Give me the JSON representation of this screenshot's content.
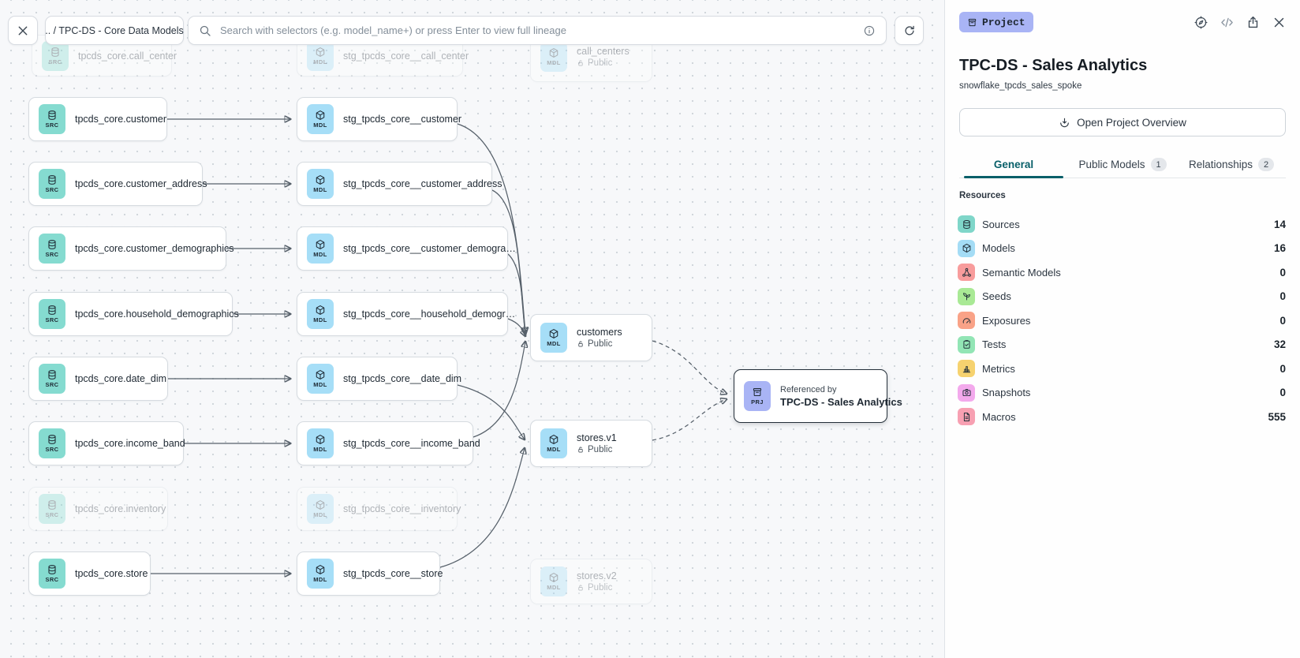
{
  "toolbar": {
    "close_icon": "close-icon",
    "breadcrumb": ".. / TPC-DS - Core Data Models",
    "search_placeholder": "Search with selectors (e.g. model_name+) or press Enter to view full lineage",
    "icons": [
      "search-icon",
      "info-icon",
      "refresh-icon"
    ]
  },
  "graph": {
    "tags": {
      "src": "SRC",
      "mdl": "MDL",
      "prj": "PRJ"
    },
    "public_label": "Public",
    "nodes": [
      {
        "type": "src",
        "label": "tpcds_core.call_center",
        "faded": true
      },
      {
        "type": "mdl",
        "label": "stg_tpcds_core__call_center",
        "faded": true
      },
      {
        "type": "mdl",
        "label": "call_centers",
        "sub": "Public",
        "faded": true
      },
      {
        "type": "src",
        "label": "tpcds_core.customer"
      },
      {
        "type": "mdl",
        "label": "stg_tpcds_core__customer"
      },
      {
        "type": "src",
        "label": "tpcds_core.customer_address"
      },
      {
        "type": "mdl",
        "label": "stg_tpcds_core__customer_address"
      },
      {
        "type": "src",
        "label": "tpcds_core.customer_demographics"
      },
      {
        "type": "mdl",
        "label": "stg_tpcds_core__customer_demogra…"
      },
      {
        "type": "src",
        "label": "tpcds_core.household_demographics"
      },
      {
        "type": "mdl",
        "label": "stg_tpcds_core__household_demogr…"
      },
      {
        "type": "src",
        "label": "tpcds_core.date_dim"
      },
      {
        "type": "mdl",
        "label": "stg_tpcds_core__date_dim"
      },
      {
        "type": "src",
        "label": "tpcds_core.income_band"
      },
      {
        "type": "mdl",
        "label": "stg_tpcds_core__income_band"
      },
      {
        "type": "src",
        "label": "tpcds_core.inventory",
        "faded": true
      },
      {
        "type": "mdl",
        "label": "stg_tpcds_core__inventory",
        "faded": true
      },
      {
        "type": "src",
        "label": "tpcds_core.store"
      },
      {
        "type": "mdl",
        "label": "stg_tpcds_core__store"
      },
      {
        "type": "mdl",
        "label": "customers",
        "sub": "Public"
      },
      {
        "type": "mdl",
        "label": "stores.v1",
        "sub": "Public"
      },
      {
        "type": "mdl",
        "label": "stores.v2",
        "sub": "Public",
        "faded": true
      }
    ],
    "prj": {
      "kicker": "Referenced by",
      "label": "TPC-DS - Sales Analytics"
    }
  },
  "panel": {
    "badge": "Project",
    "header_icons": [
      "explore-lineage-icon",
      "code-icon",
      "share-icon",
      "close-icon"
    ],
    "title": "TPC-DS - Sales Analytics",
    "subtitle": "snowflake_tpcds_sales_spoke",
    "overview_button": "Open Project Overview",
    "tabs": [
      {
        "label": "General",
        "active": true
      },
      {
        "label": "Public Models",
        "badge": "1"
      },
      {
        "label": "Relationships",
        "badge": "2"
      }
    ],
    "resources_heading": "Resources",
    "resources": [
      {
        "label": "Sources",
        "count": "14",
        "icon": "database-icon",
        "color": "#7fd6c9"
      },
      {
        "label": "Models",
        "count": "16",
        "icon": "cube-icon",
        "color": "#a4dcf5"
      },
      {
        "label": "Semantic Models",
        "count": "0",
        "icon": "semantic-graph-icon",
        "color": "#f89c9c"
      },
      {
        "label": "Seeds",
        "count": "0",
        "icon": "seedling-icon",
        "color": "#a9e995"
      },
      {
        "label": "Exposures",
        "count": "0",
        "icon": "gauge-icon",
        "color": "#f9a287"
      },
      {
        "label": "Tests",
        "count": "32",
        "icon": "clipboard-check-icon",
        "color": "#92e5b5"
      },
      {
        "label": "Metrics",
        "count": "0",
        "icon": "bar-chart-icon",
        "color": "#f6d26f"
      },
      {
        "label": "Snapshots",
        "count": "0",
        "icon": "camera-icon",
        "color": "#f3a9ec"
      },
      {
        "label": "Macros",
        "count": "555",
        "icon": "document-icon",
        "color": "#f7a0b2"
      }
    ]
  }
}
